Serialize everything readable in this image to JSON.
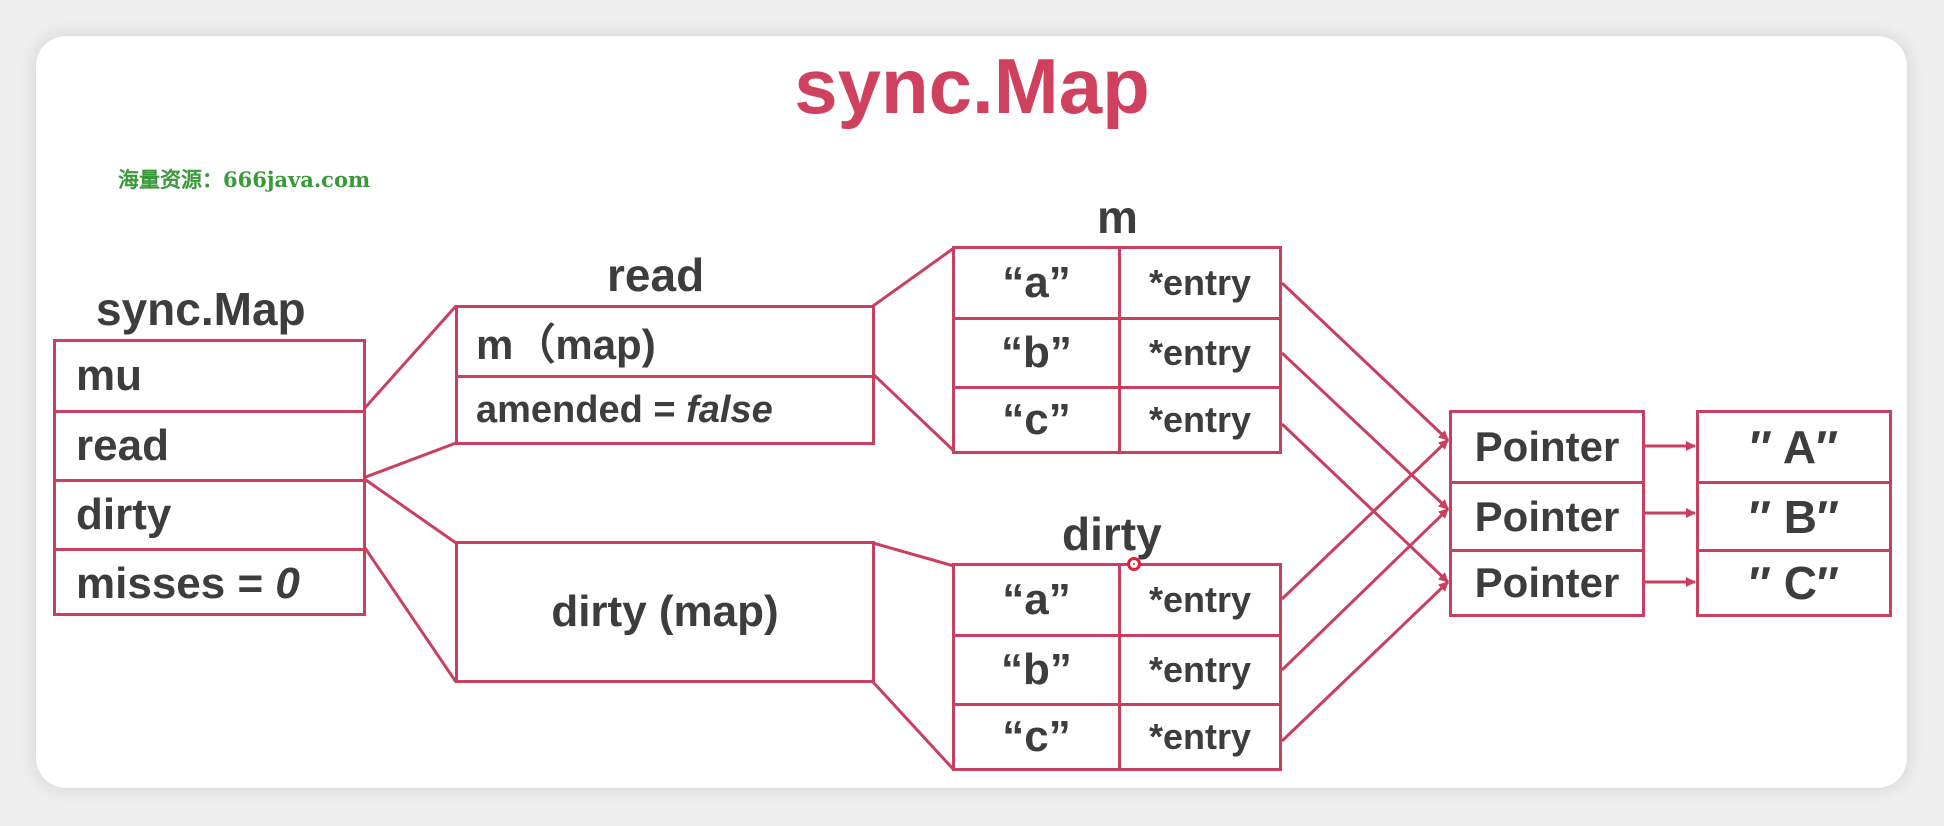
{
  "title": "sync.Map",
  "watermark": "海量资源：666java.com",
  "syncmap": {
    "label": "sync.Map",
    "fields": {
      "mu": "mu",
      "read": "read",
      "dirty": "dirty",
      "misses_key": "misses = ",
      "misses_val": "0"
    }
  },
  "read": {
    "label": "read",
    "m_field": "m（map)",
    "amended_key": "amended = ",
    "amended_val": "false"
  },
  "dirty_box": {
    "text": "dirty (map)"
  },
  "m_map": {
    "label": "m",
    "rows": [
      {
        "key": "“a”",
        "value": "*entry"
      },
      {
        "key": "“b”",
        "value": "*entry"
      },
      {
        "key": "“c”",
        "value": "*entry"
      }
    ]
  },
  "dirty_map": {
    "label": "dirty",
    "rows": [
      {
        "key": "“a”",
        "value": "*entry"
      },
      {
        "key": "“b”",
        "value": "*entry"
      },
      {
        "key": "“c”",
        "value": "*entry"
      }
    ]
  },
  "pointers": [
    "Pointer",
    "Pointer",
    "Pointer"
  ],
  "values": [
    "″ A″",
    "″ B″",
    "″ C″"
  ],
  "colors": {
    "accent": "#c83f60",
    "title": "#d0405f",
    "text": "#3d3d3d",
    "watermark": "#3a9a3a"
  }
}
